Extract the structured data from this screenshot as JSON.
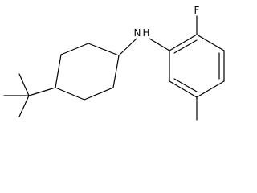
{
  "molecule": {
    "atoms": {
      "nitrogen": "N",
      "nitrogen_h": "H",
      "fluorine": "F"
    }
  }
}
